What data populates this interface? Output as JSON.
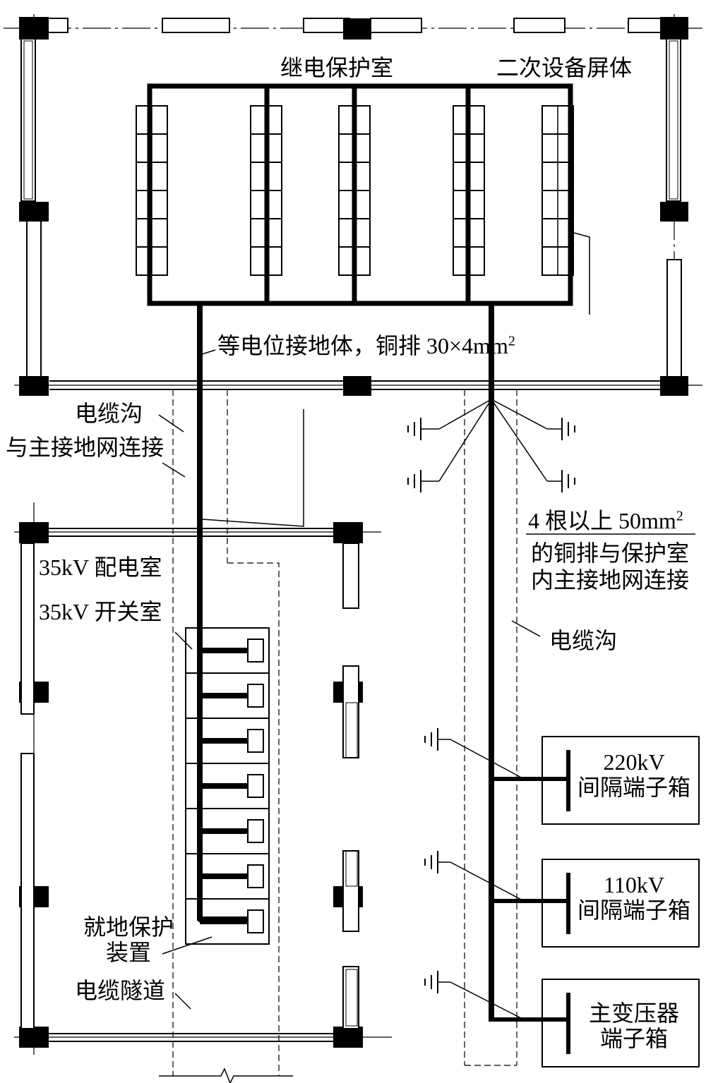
{
  "labels": {
    "relay_room": "继电保护室",
    "secondary_panels": "二次设备屏体",
    "ground_bus_prefix": "等电位接地体，铜排 30×4mm",
    "ground_bus_sup": "2",
    "cable_trench_left": "电缆沟",
    "connect_main_grid": "与主接地网连接",
    "room_35kv_distribution": "35kV 配电室",
    "room_35kv_switch": "35kV 开关室",
    "local_protection_line1": "就地保护",
    "local_protection_line2": "装置",
    "cable_tunnel": "电缆隧道",
    "copper_bars_line1_prefix": "4 根以上 50mm",
    "copper_bars_line1_sup": "2",
    "copper_bars_line2": "的铜排与保护室",
    "copper_bars_line3": "内主接地网连接",
    "cable_trench_right": "电缆沟",
    "box_220kv_line1": "220kV",
    "box_220kv_line2": "间隔端子箱",
    "box_110kv_line1": "110kV",
    "box_110kv_line2": "间隔端子箱",
    "box_transformer_line1": "主变压器",
    "box_transformer_line2": "端子箱"
  }
}
